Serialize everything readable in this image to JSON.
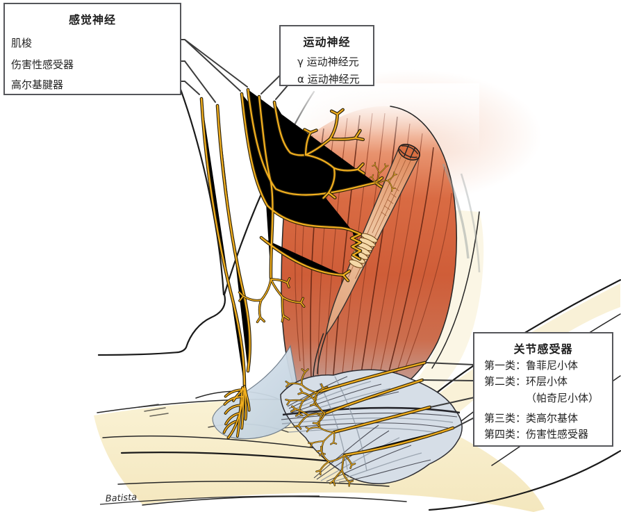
{
  "boxes": {
    "sensory": {
      "title": "感觉神经",
      "items": [
        "肌梭",
        "伤害性感受器",
        "高尔基腱器"
      ]
    },
    "motor": {
      "title": "运动神经",
      "items": [
        "γ 运动神经元",
        "α 运动神经元"
      ]
    },
    "joint": {
      "title": "关节感受器",
      "items": [
        "第一类：鲁菲尼小体",
        "第二类：环层小体",
        "（帕奇尼小体）",
        "第三类：类高尔基体",
        "第四类：伤害性感受器"
      ]
    }
  },
  "signature": "Batista",
  "colors": {
    "nerve_yellow": "#F1AF1F",
    "nerve_outline": "#2B2008",
    "muscle_red": "#CF5D38",
    "muscle_highlight": "#EDA17E",
    "tendon_blue": "#C9D6E2",
    "bone_cream": "#FAF2D4",
    "capsule_gray": "#D6DEE7",
    "outline_ink": "#1A1A1A",
    "leader_gray": "#3C3C3C",
    "box_border": "#55565A",
    "text": "#222222"
  }
}
